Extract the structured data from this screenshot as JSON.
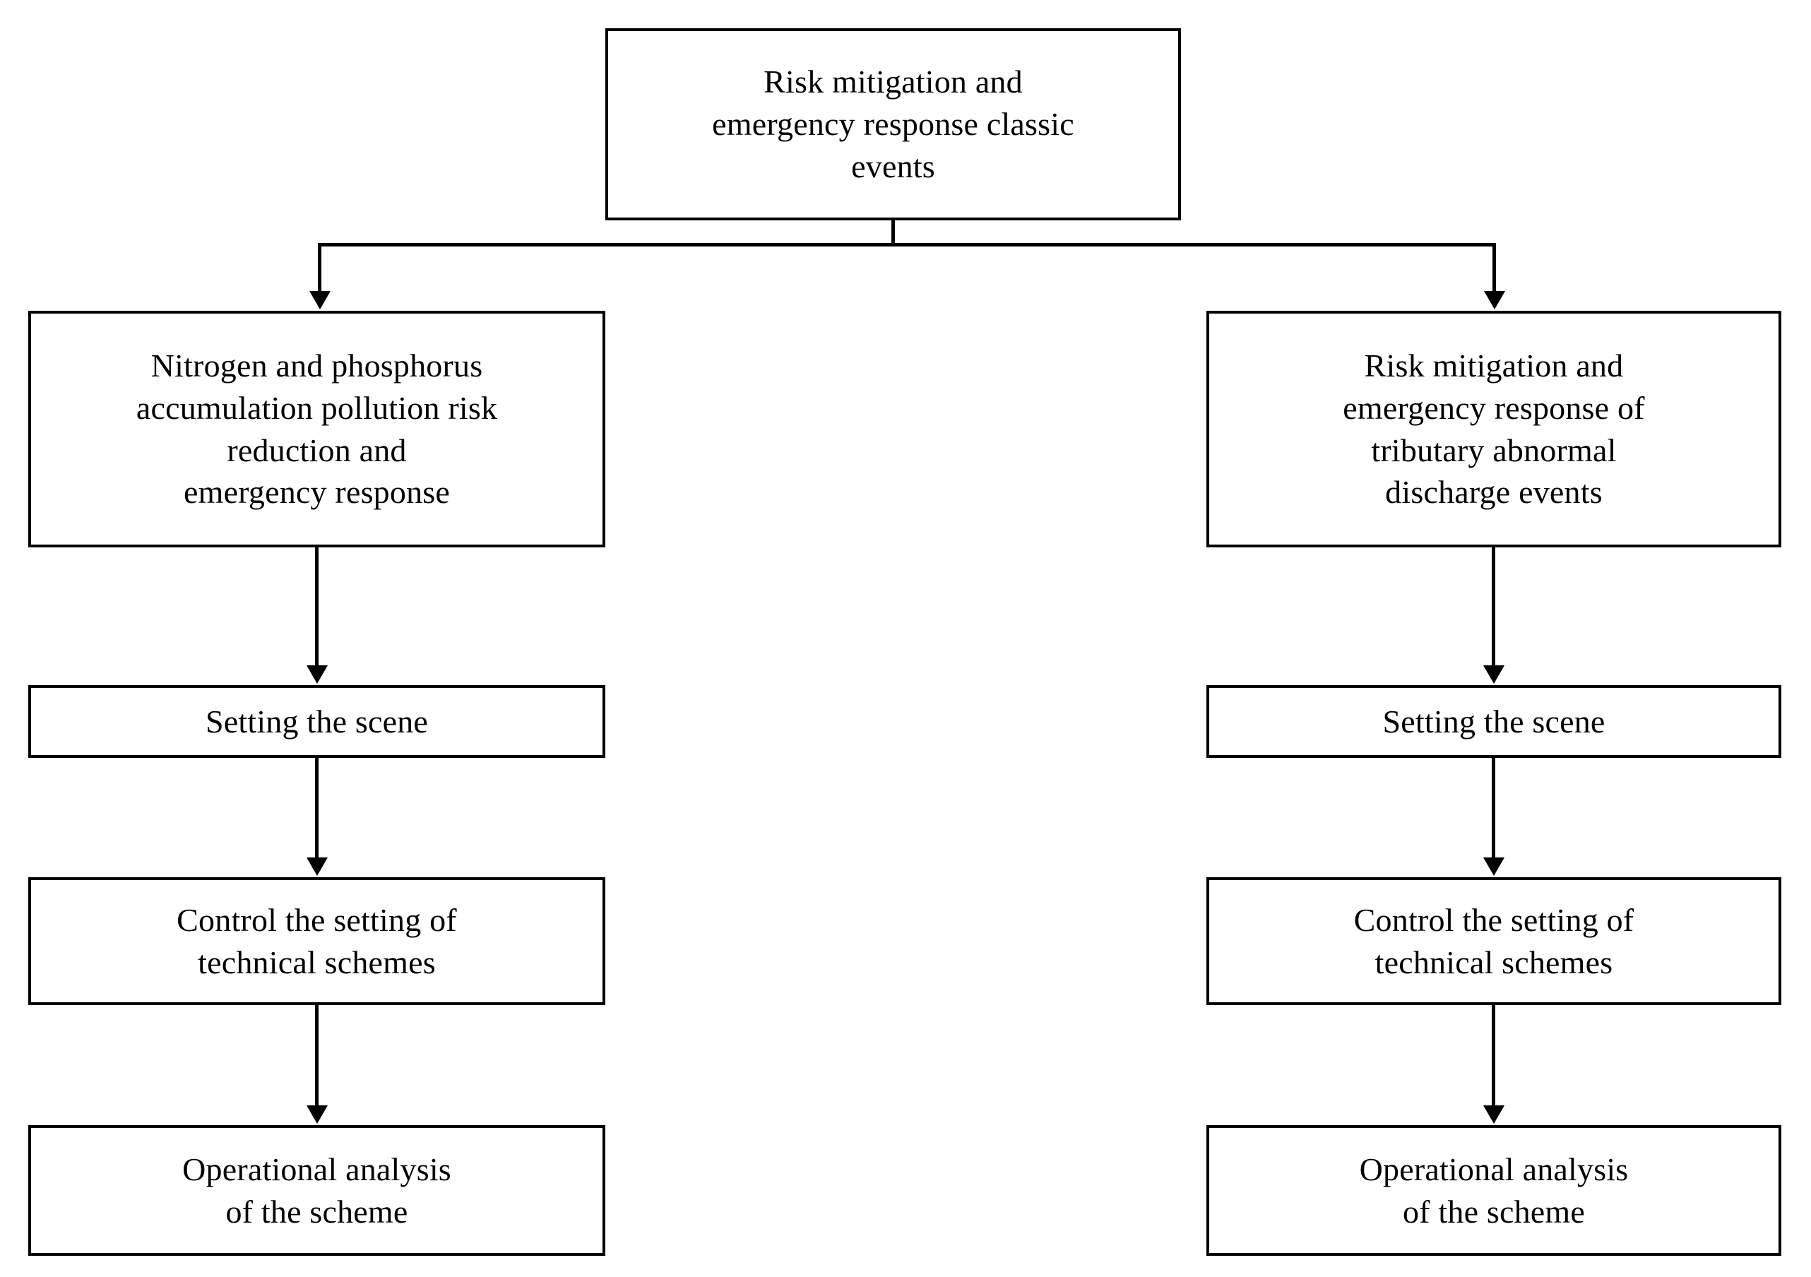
{
  "diagram": {
    "type": "flowchart",
    "orientation": "top-down",
    "nodes": {
      "root": {
        "id": "root",
        "text": "Risk mitigation and\nemergency response classic\nevents"
      },
      "left_branch": {
        "id": "left_branch",
        "text": "Nitrogen and phosphorus\naccumulation pollution risk\nreduction and\nemergency response"
      },
      "right_branch": {
        "id": "right_branch",
        "text": "Risk mitigation and\nemergency response of\ntributary abnormal\ndischarge events"
      },
      "left_step_2": {
        "id": "left_step_2",
        "text": "Setting the scene"
      },
      "right_step_2": {
        "id": "right_step_2",
        "text": "Setting the scene"
      },
      "left_step_3": {
        "id": "left_step_3",
        "text": "Control the setting of\ntechnical schemes"
      },
      "right_step_3": {
        "id": "right_step_3",
        "text": "Control the setting of\ntechnical schemes"
      },
      "left_step_4": {
        "id": "left_step_4",
        "text": "Operational analysis\nof the scheme"
      },
      "right_step_4": {
        "id": "right_step_4",
        "text": "Operational analysis\nof the scheme"
      }
    },
    "edges": [
      {
        "from": "root",
        "to": "left_branch",
        "style": "orthogonal-arrow"
      },
      {
        "from": "root",
        "to": "right_branch",
        "style": "orthogonal-arrow"
      },
      {
        "from": "left_branch",
        "to": "left_step_2",
        "style": "straight-arrow"
      },
      {
        "from": "left_step_2",
        "to": "left_step_3",
        "style": "straight-arrow"
      },
      {
        "from": "left_step_3",
        "to": "left_step_4",
        "style": "straight-arrow"
      },
      {
        "from": "right_branch",
        "to": "right_step_2",
        "style": "straight-arrow"
      },
      {
        "from": "right_step_2",
        "to": "right_step_3",
        "style": "straight-arrow"
      },
      {
        "from": "right_step_3",
        "to": "right_step_4",
        "style": "straight-arrow"
      }
    ],
    "colors": {
      "background": "#ffffff",
      "border": "#000000",
      "text": "#000000",
      "connector": "#000000"
    }
  }
}
